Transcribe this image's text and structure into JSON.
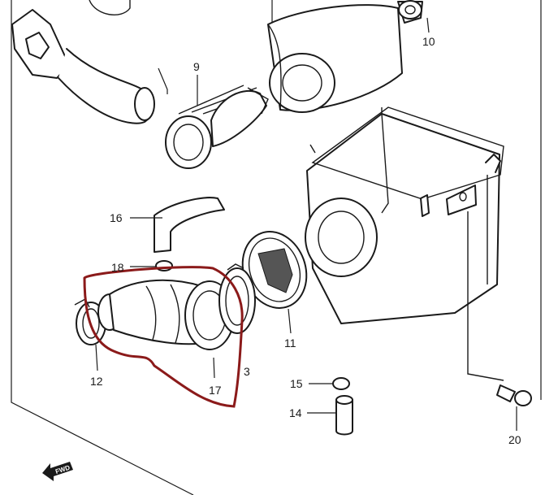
{
  "callouts": {
    "c10": "10",
    "c9": "9",
    "c16": "16",
    "c18": "18",
    "c11": "11",
    "c12": "12",
    "c17": "17",
    "c3": "3",
    "c15": "15",
    "c14": "14",
    "c20": "20"
  },
  "fwd_label": "FWD",
  "colors": {
    "highlight": "#8b1a1a",
    "line": "#1a1a1a",
    "background": "#ffffff"
  }
}
